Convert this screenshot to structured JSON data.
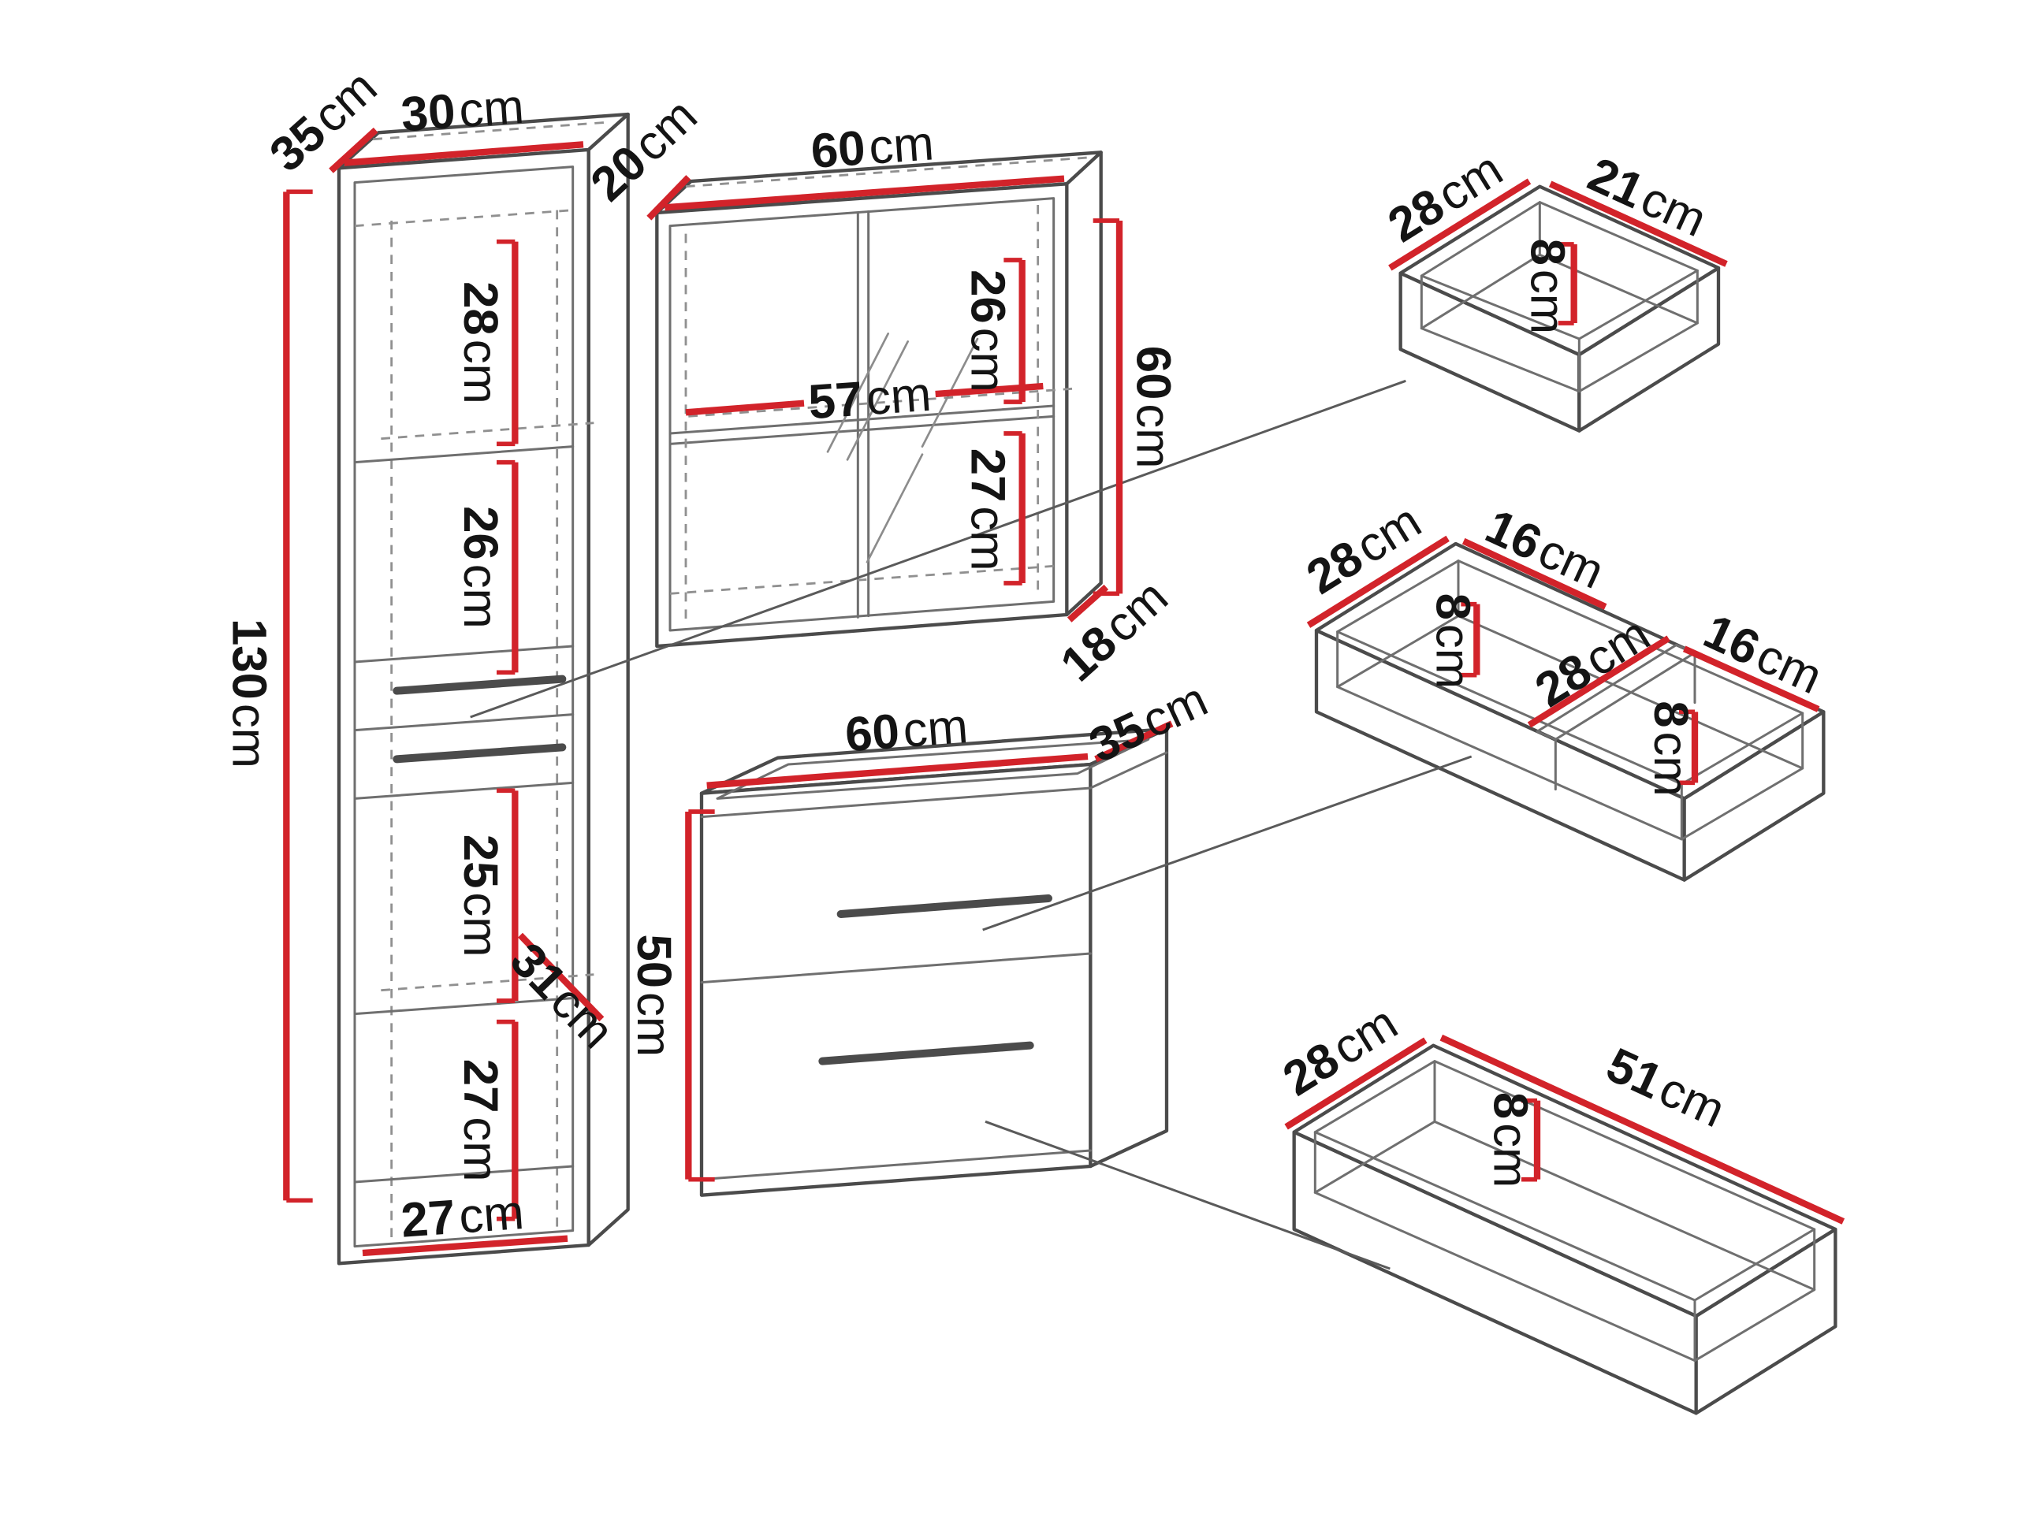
{
  "unit": "cm",
  "colors": {
    "background": "#ffffff",
    "outline": "#4b4b4b",
    "secondary_line": "#6f6f6f",
    "dashed_line": "#909090",
    "dimension_line": "#d2232a",
    "label_text": "#141414"
  },
  "figures": {
    "tall_cabinet": {
      "depth": "35",
      "width": "30",
      "height": "130",
      "section_1": "28",
      "section_2": "26",
      "section_3": "25",
      "diagonal": "31",
      "section_4": "27",
      "inner_width": "27"
    },
    "mirror_cabinet": {
      "depth": "20",
      "width": "60",
      "height": "60",
      "inner_width": "57",
      "upper_section": "26",
      "lower_section": "27",
      "bottom_depth": "18"
    },
    "washbasin_cabinet": {
      "width": "60",
      "depth": "35",
      "height": "50"
    },
    "drawer_small": {
      "depth": "28",
      "width": "21",
      "height": "8"
    },
    "drawer_double": {
      "left_depth": "28",
      "left_width": "16",
      "left_height": "8",
      "right_depth": "28",
      "right_width": "16",
      "right_height": "8"
    },
    "drawer_large": {
      "depth": "28",
      "width": "51",
      "height": "8"
    }
  }
}
